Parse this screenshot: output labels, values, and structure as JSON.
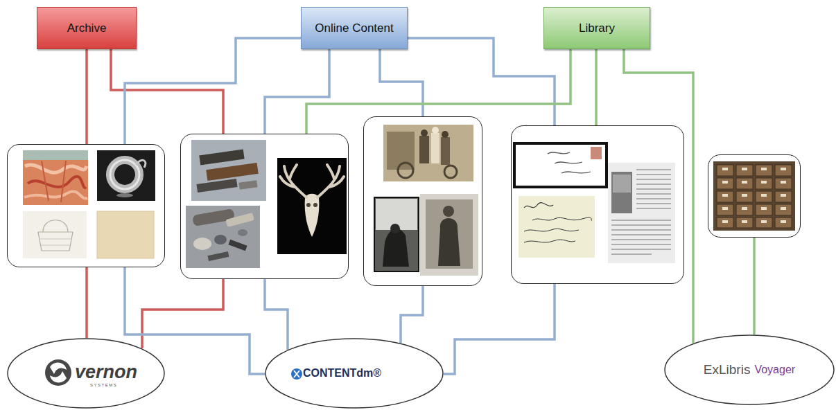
{
  "diagram": {
    "nodes": [
      {
        "text": [
          "Archive"
        ]
      },
      {
        "text": [
          "Online Content"
        ]
      },
      {
        "text": [
          "Library"
        ]
      },
      {
        "text": []
      },
      {
        "text": []
      },
      {
        "text": []
      },
      {
        "text": []
      },
      {
        "text": []
      },
      {
        "text": [
          "vernon",
          "SYSTEMS"
        ]
      },
      {
        "text": [
          "CONTENTdm®"
        ]
      },
      {
        "text": [
          "ExLibris",
          "Voyager"
        ]
      }
    ],
    "edges": [
      {
        "from": 0,
        "to": 3,
        "arrow": "none"
      },
      {
        "from": 0,
        "to": 4,
        "arrow": "none"
      },
      {
        "from": 1,
        "to": 3,
        "arrow": "none"
      },
      {
        "from": 1,
        "to": 4,
        "arrow": "none"
      },
      {
        "from": 1,
        "to": 5,
        "arrow": "none"
      },
      {
        "from": 1,
        "to": 6,
        "arrow": "none"
      },
      {
        "from": 2,
        "to": 4,
        "arrow": "none"
      },
      {
        "from": 2,
        "to": 6,
        "arrow": "none"
      },
      {
        "from": 2,
        "to": 10,
        "arrow": "none"
      },
      {
        "from": 3,
        "to": 8,
        "arrow": "none"
      },
      {
        "from": 4,
        "to": 8,
        "arrow": "none"
      },
      {
        "from": 3,
        "to": 9,
        "arrow": "none"
      },
      {
        "from": 4,
        "to": 9,
        "arrow": "none"
      },
      {
        "from": 5,
        "to": 9,
        "arrow": "none"
      },
      {
        "from": 6,
        "to": 9,
        "arrow": "none"
      },
      {
        "from": 7,
        "to": 10,
        "arrow": "none"
      }
    ]
  }
}
